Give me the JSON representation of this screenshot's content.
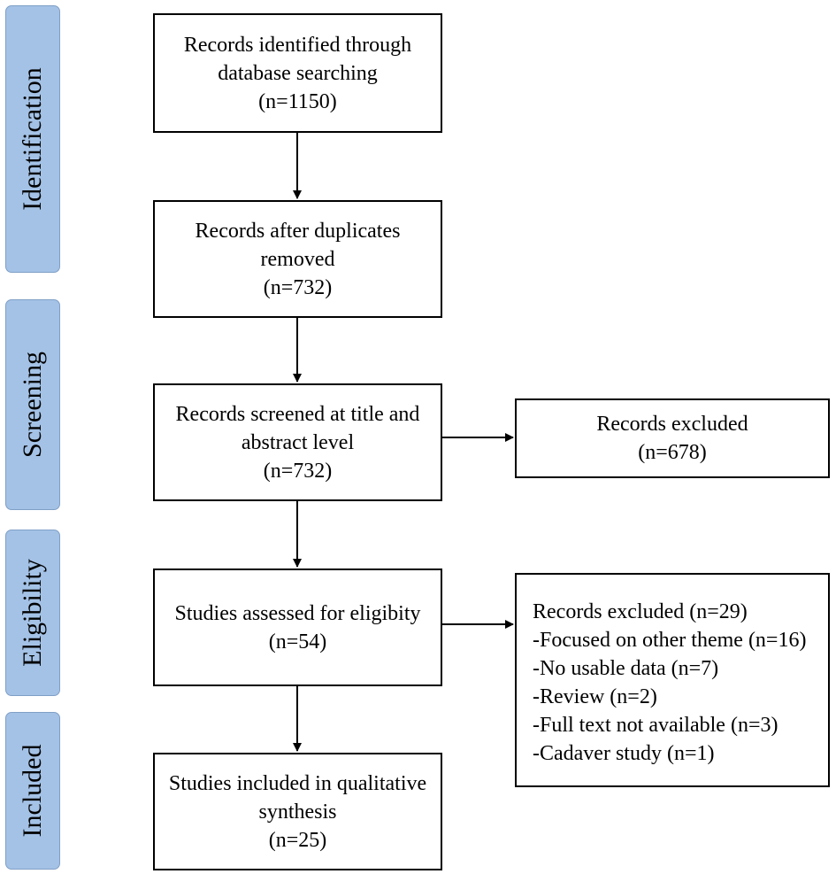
{
  "phases": [
    {
      "label": "Identification"
    },
    {
      "label": "Screening"
    },
    {
      "label": "Eligibility"
    },
    {
      "label": "Included"
    }
  ],
  "boxes": {
    "identified": {
      "lines": [
        "Records identified through",
        "database searching",
        "(n=1150)"
      ]
    },
    "after_duplicates": {
      "lines": [
        "Records after duplicates",
        "removed",
        "(n=732)"
      ]
    },
    "screened": {
      "lines": [
        "Records screened at title and",
        "abstract level",
        "(n=732)"
      ]
    },
    "screen_excluded": {
      "lines": [
        "Records excluded",
        "(n=678)"
      ]
    },
    "assessed": {
      "lines": [
        "Studies assessed for eligibity",
        "(n=54)"
      ]
    },
    "elig_excluded": {
      "lines": [
        "Records excluded (n=29)",
        "-Focused on other theme (n=16)",
        "-No usable data (n=7)",
        "-Review (n=2)",
        "-Full text not available (n=3)",
        "-Cadaver study (n=1)"
      ]
    },
    "included": {
      "lines": [
        "Studies included in qualitative",
        "synthesis",
        "(n=25)"
      ]
    }
  }
}
